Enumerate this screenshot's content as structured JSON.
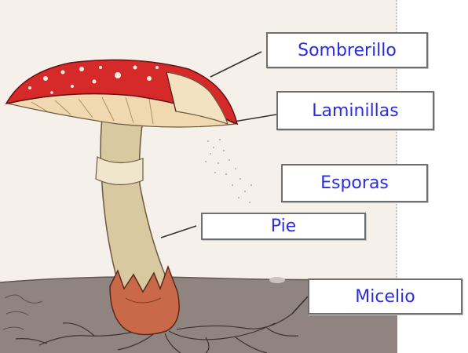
{
  "diagram": {
    "labels": {
      "sombrerillo": "Sombrerillo",
      "laminillas": "Laminillas",
      "esporas": "Esporas",
      "pie": "Pie",
      "micelio": "Micelio"
    },
    "colors": {
      "label_text": "#2a2de0",
      "cap_red": "#d62a2a",
      "gills": "#f0d9b0",
      "stem": "#d9c9a0",
      "volva": "#c9694a",
      "soil": "#8f8480",
      "background": "#f5f0ea"
    }
  }
}
